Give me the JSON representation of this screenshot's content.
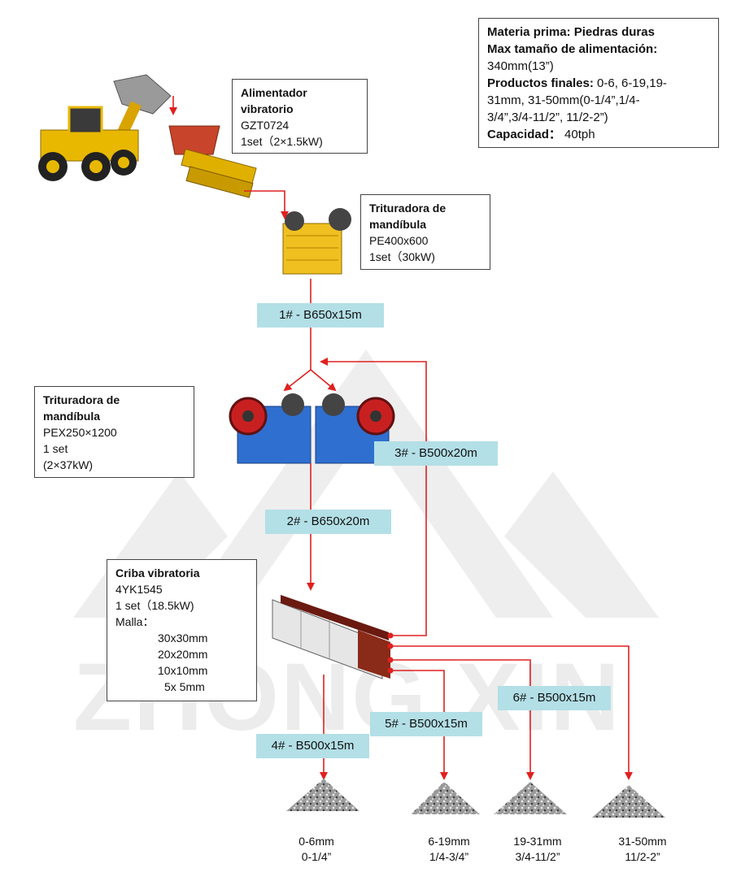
{
  "watermark": "ZHONG XIN",
  "colors": {
    "arrow": "#e02020",
    "tag_bg": "#b3dfe6",
    "watermark": "#ececec"
  },
  "spec": {
    "raw_material": "Materia prima: Piedras duras",
    "max_feed_label": "Max tamaño de alimentación:",
    "max_feed_value": "340mm(13”)",
    "products_label": "Productos finales:",
    "products_line1": " 0-6, 6-19,19-",
    "products_line2": "31mm, 31-50mm(0-1/4”,1/4-",
    "products_line3": "3/4”,3/4-11/2”, 11/2-2”)",
    "capacity_label": "Capacidad：",
    "capacity_value": "40tph"
  },
  "feeder": {
    "title_1": "Alimentador",
    "title_2": "vibratorio",
    "model": "GZT0724",
    "qty": "1set（2×1.5kW)"
  },
  "jaw1": {
    "title_1": "Trituradora de",
    "title_2": "mandíbula",
    "model": "PE400x600",
    "qty": "1set（30kW)"
  },
  "jaw2": {
    "title_1": "Trituradora de",
    "title_2": "mandíbula",
    "model": "PEX250×1200",
    "qty": "1 set",
    "power": "(2×37kW)"
  },
  "screen": {
    "title": "Criba vibratoria",
    "model": "4YK1545",
    "qty": "1 set（18.5kW)",
    "mesh_label": "Malla：",
    "meshes": [
      "30x30mm",
      "20x20mm",
      "10x10mm",
      "5x 5mm"
    ]
  },
  "belts": {
    "b1": "1# - B650x15m",
    "b2": "2# - B650x20m",
    "b3": "3# - B500x20m",
    "b4": "4# - B500x15m",
    "b5": "5# - B500x15m",
    "b6": "6# - B500x15m"
  },
  "products": [
    {
      "mm": "0-6mm",
      "in": "0-1/4”"
    },
    {
      "mm": "6-19mm",
      "in": "1/4-3/4”"
    },
    {
      "mm": "19-31mm",
      "in": "3/4-11/2”"
    },
    {
      "mm": "31-50mm",
      "in": "11/2-2”"
    }
  ]
}
